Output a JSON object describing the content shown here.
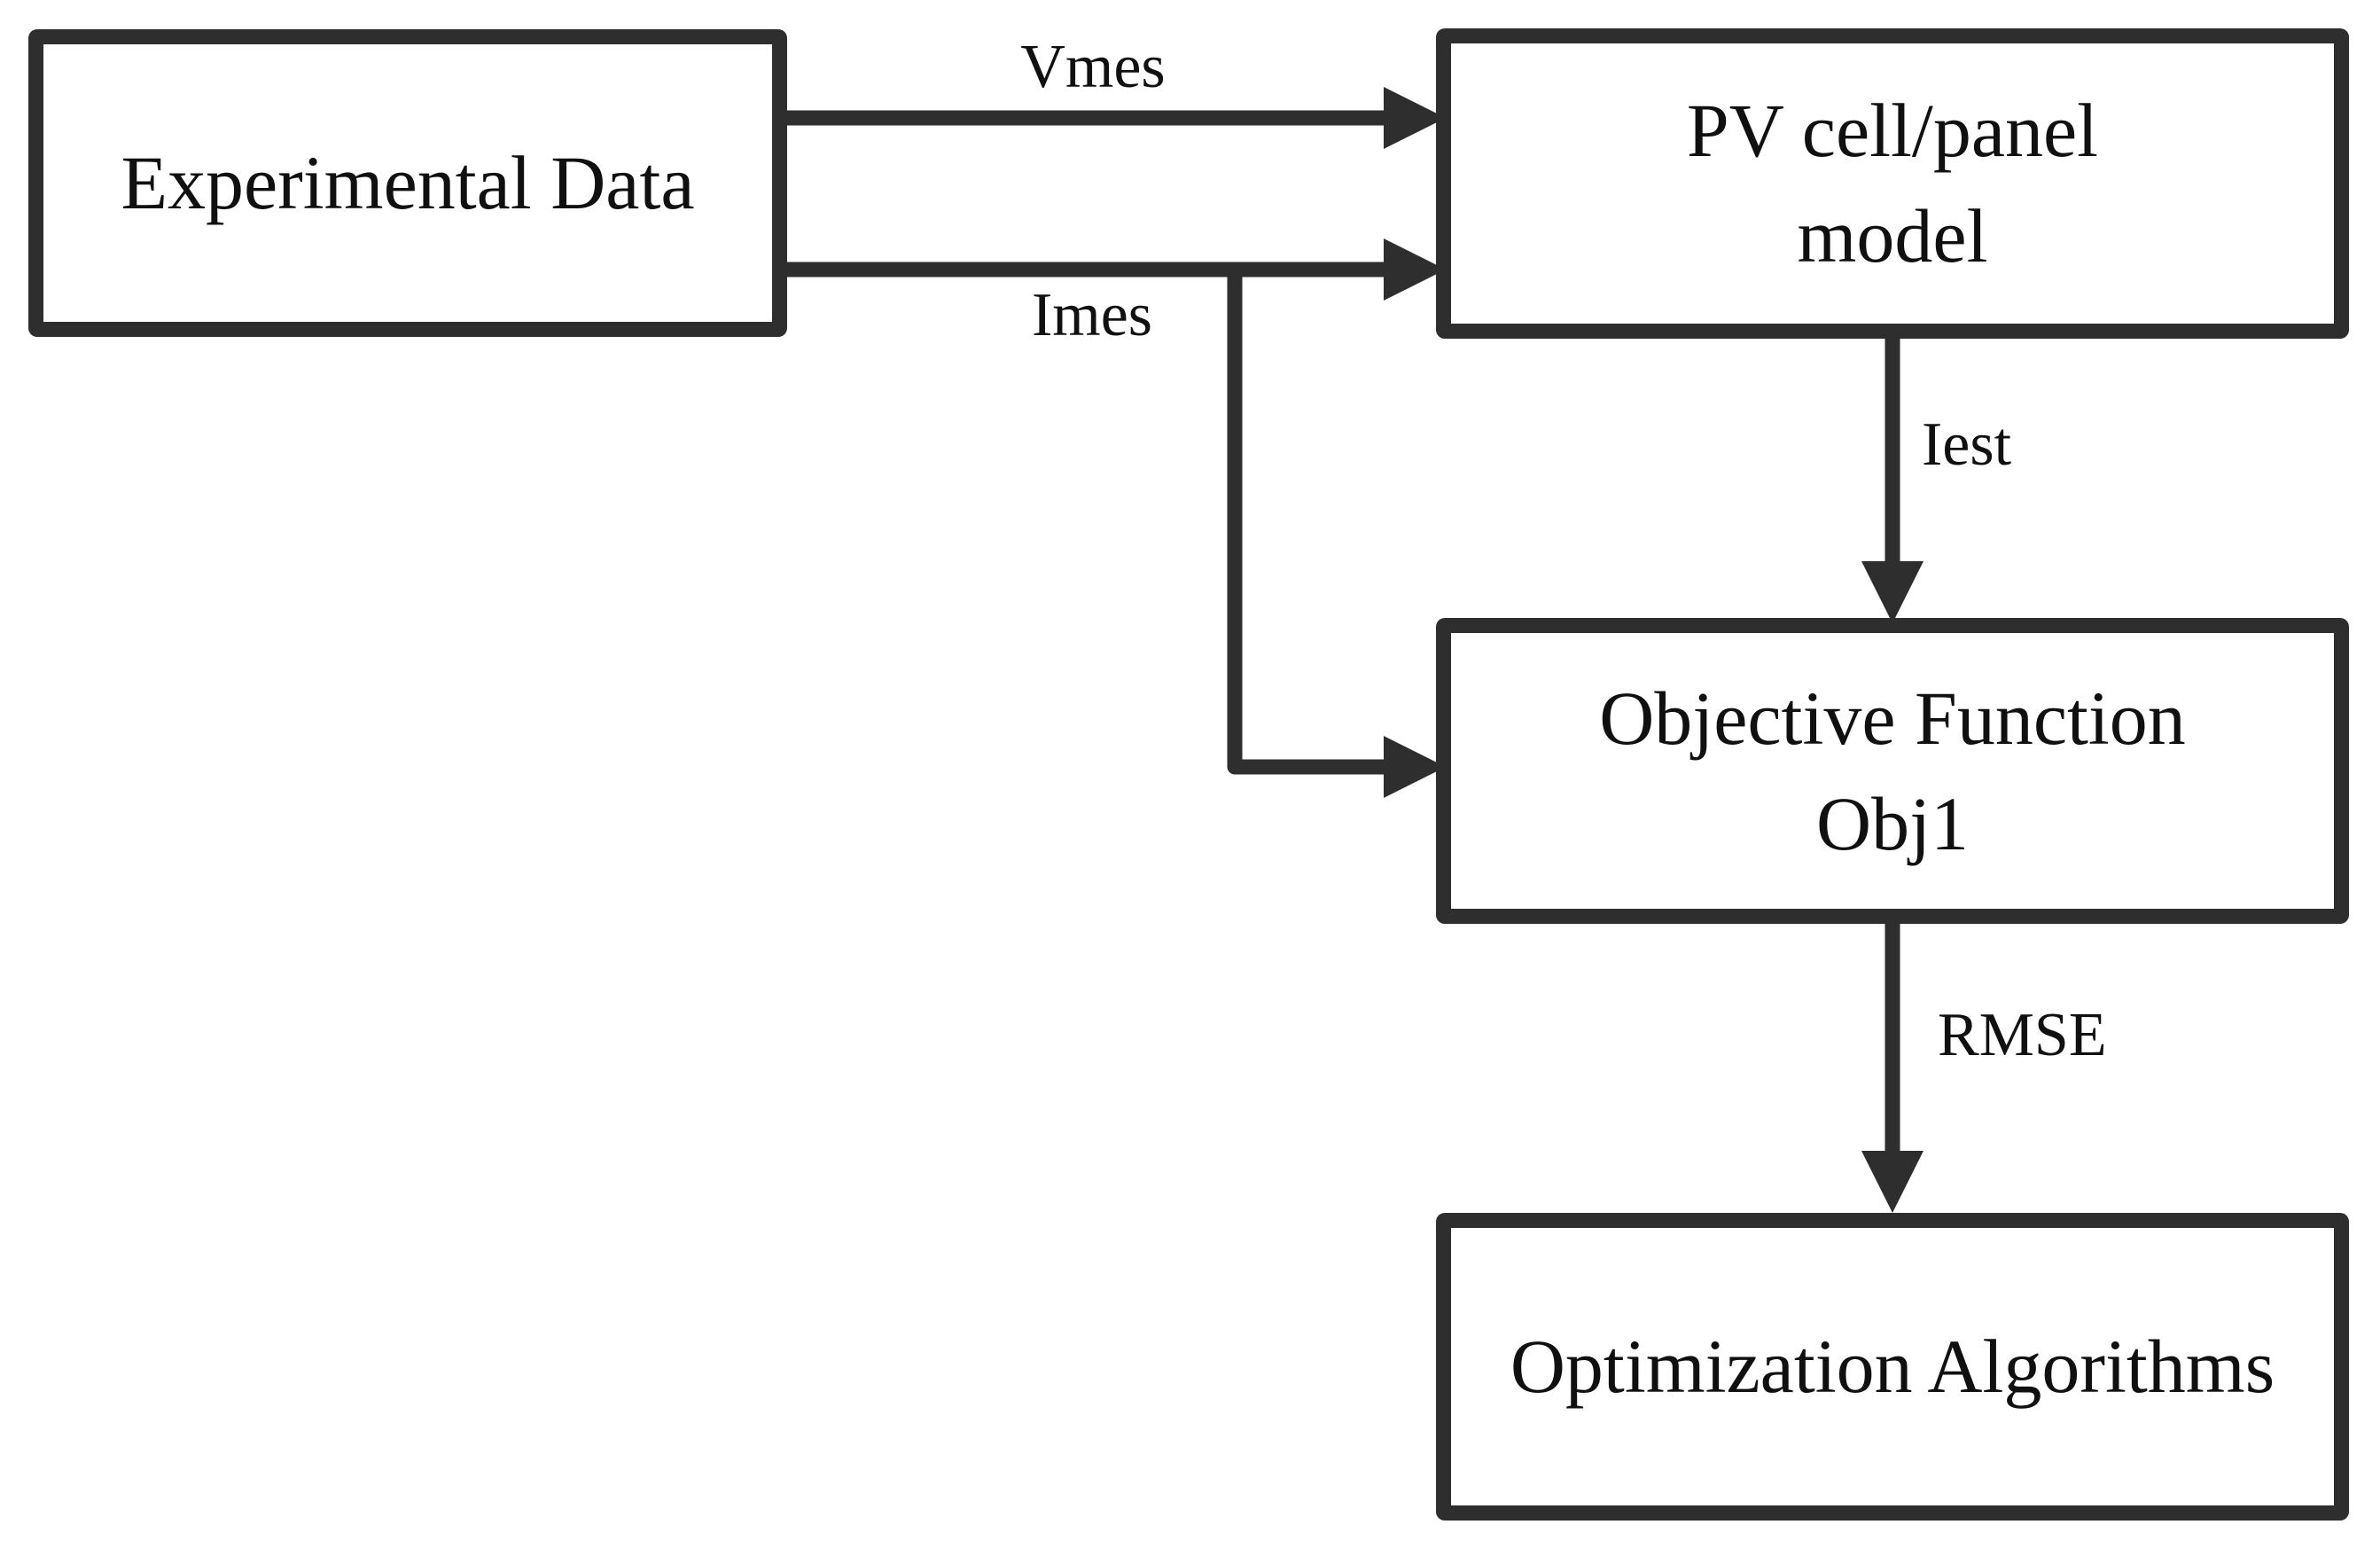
{
  "colors": {
    "background": "#ffffff",
    "stroke": "#2e2e2e",
    "text": "#101010"
  },
  "nodes": {
    "experimental_data": {
      "lines": [
        "Experimental Data"
      ]
    },
    "pv_model": {
      "lines": [
        "PV cell/panel",
        "model"
      ]
    },
    "objective_function": {
      "lines": [
        "Objective Function",
        "Obj1"
      ]
    },
    "optimization_algorithms": {
      "lines": [
        "Optimization Algorithms"
      ]
    }
  },
  "edges": {
    "vmes": {
      "label": "Vmes",
      "from": "experimental_data",
      "to": "pv_model"
    },
    "imes": {
      "label": "Imes",
      "from": "experimental_data",
      "to": "pv_model + objective_function"
    },
    "iest": {
      "label": "Iest",
      "from": "pv_model",
      "to": "objective_function"
    },
    "rmse": {
      "label": "RMSE",
      "from": "objective_function",
      "to": "optimization_algorithms"
    }
  }
}
